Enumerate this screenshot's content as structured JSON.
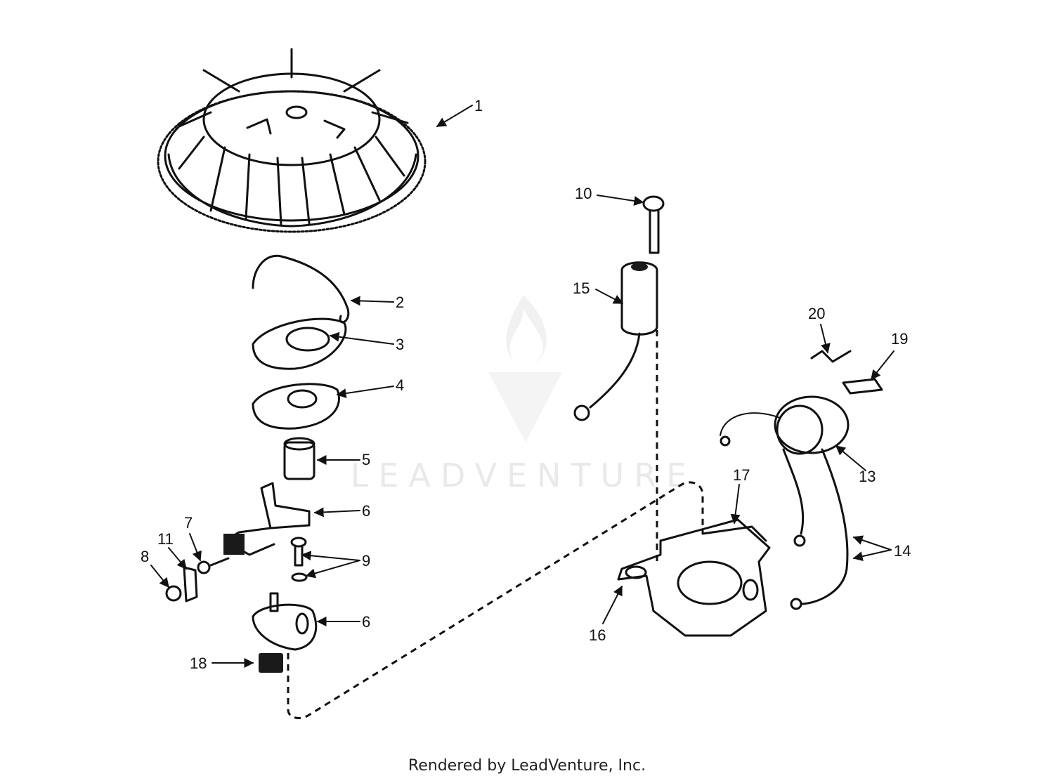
{
  "watermark": {
    "text": "LEADVENTURE"
  },
  "footer": {
    "text": "Rendered by LeadVenture, Inc."
  },
  "callouts": [
    {
      "id": "1",
      "text": "1"
    },
    {
      "id": "2",
      "text": "2"
    },
    {
      "id": "3",
      "text": "3"
    },
    {
      "id": "4",
      "text": "4"
    },
    {
      "id": "5",
      "text": "5"
    },
    {
      "id": "6a",
      "text": "6"
    },
    {
      "id": "6b",
      "text": "6"
    },
    {
      "id": "7",
      "text": "7"
    },
    {
      "id": "8",
      "text": "8"
    },
    {
      "id": "9",
      "text": "9"
    },
    {
      "id": "10",
      "text": "10"
    },
    {
      "id": "11",
      "text": "11"
    },
    {
      "id": "13",
      "text": "13"
    },
    {
      "id": "14",
      "text": "14"
    },
    {
      "id": "15",
      "text": "15"
    },
    {
      "id": "16",
      "text": "16"
    },
    {
      "id": "17",
      "text": "17"
    },
    {
      "id": "18",
      "text": "18"
    },
    {
      "id": "19",
      "text": "19"
    },
    {
      "id": "20",
      "text": "20"
    }
  ]
}
